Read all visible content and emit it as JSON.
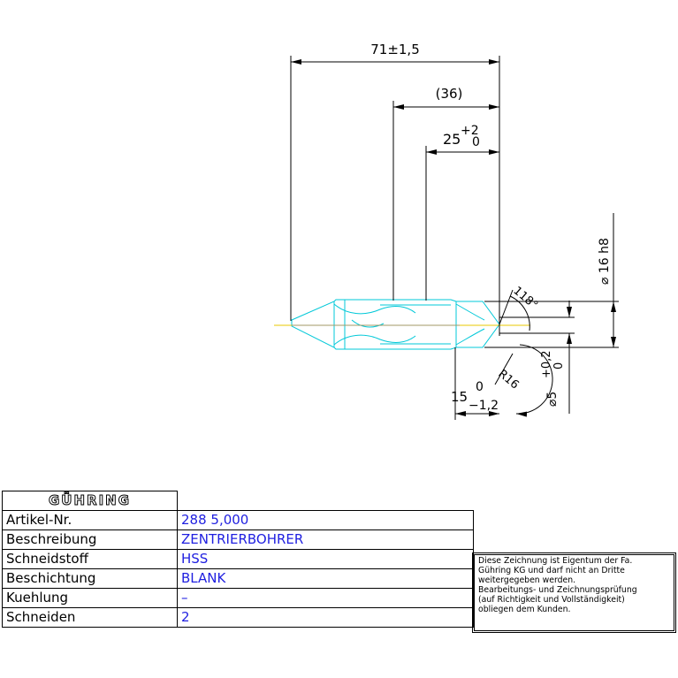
{
  "dimensions": {
    "overall_length": "71±1,5",
    "shank_length": "(36)",
    "flute_length_base": "25",
    "flute_length_tol_upper": "+2",
    "flute_length_tol_lower": "0",
    "shank_diameter": "⌀ 16 h8",
    "point_angle": "118°",
    "radius": "R16",
    "pilot_length_base": "15",
    "pilot_length_tol_upper": "0",
    "pilot_length_tol_lower": "−1,2",
    "pilot_diameter_base": "⌀5",
    "pilot_diameter_tol_upper": "+0,2",
    "pilot_diameter_tol_lower": "0"
  },
  "title_block": {
    "logo": "GÜHRING",
    "rows": [
      {
        "label": "Artikel-Nr.",
        "value": "288 5,000"
      },
      {
        "label": "Beschreibung",
        "value": "ZENTRIERBOHRER"
      },
      {
        "label": "Schneidstoff",
        "value": "HSS"
      },
      {
        "label": "Beschichtung",
        "value": "BLANK"
      },
      {
        "label": "Kuehlung",
        "value": "–"
      },
      {
        "label": "Schneiden",
        "value": "2"
      }
    ]
  },
  "notice": {
    "lines": [
      "Diese Zeichnung ist Eigentum der Fa.",
      "Gühring KG und darf nicht an Dritte",
      "weitergegeben werden.",
      "Bearbeitungs- und Zeichnungsprüfung",
      "(auf Richtigkeit und Vollständigkeit)",
      "obliegen dem Kunden."
    ]
  },
  "colors": {
    "outline": "#00c8d8",
    "centerline": "#e8c800",
    "dimension": "#000000",
    "table_value": "#1f1fe0"
  }
}
